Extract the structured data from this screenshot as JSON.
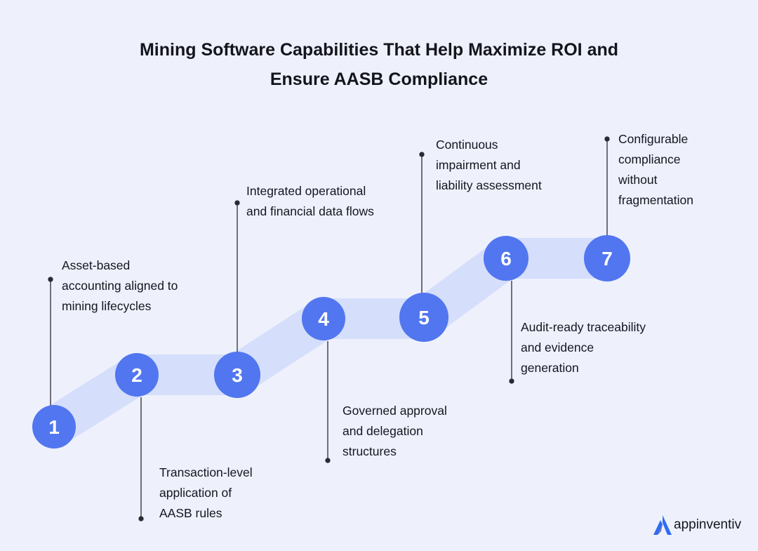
{
  "title": {
    "line1": "Mining Software Capabilities That Help Maximize ROI and",
    "line2": "Ensure AASB Compliance"
  },
  "steps": [
    {
      "number": "1",
      "lines": [
        "Asset-based",
        "accounting aligned to",
        "mining lifecycles"
      ]
    },
    {
      "number": "2",
      "lines": [
        "Transaction-level",
        "application of",
        "AASB rules"
      ]
    },
    {
      "number": "3",
      "lines": [
        "Integrated operational",
        "and financial data flows"
      ]
    },
    {
      "number": "4",
      "lines": [
        "Governed approval",
        "and delegation",
        "structures"
      ]
    },
    {
      "number": "5",
      "lines": [
        "Continuous",
        "impairment and",
        "liability assessment"
      ]
    },
    {
      "number": "6",
      "lines": [
        "Audit-ready traceability",
        "and evidence",
        "generation"
      ]
    },
    {
      "number": "7",
      "lines": [
        "Configurable",
        "compliance",
        "without",
        "fragmentation"
      ]
    }
  ],
  "brand": {
    "name": "appinventiv",
    "icon": "appinventiv-logo-icon"
  },
  "colors": {
    "background": "#eef1fc",
    "band": "#d5defb",
    "circle": "#5176ef",
    "connector": "#2a2a33",
    "logo": "#2f6bf2"
  }
}
